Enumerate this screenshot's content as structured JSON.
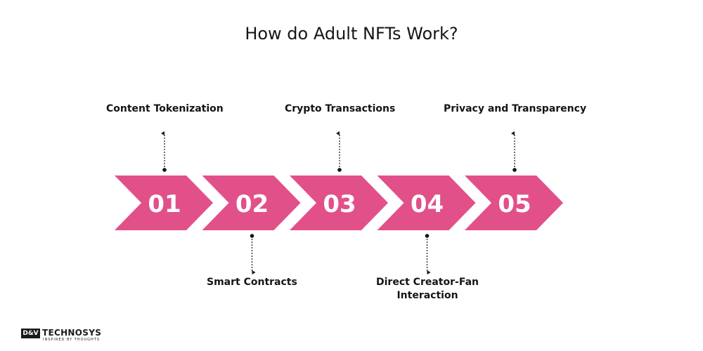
{
  "title": "How do Adult NFTs Work?",
  "colors": {
    "chevron": "#E2508A",
    "text": "#151515",
    "number": "#FFFFFF"
  },
  "steps": [
    {
      "number": "01",
      "label": "Content Tokenization",
      "label_position": "top"
    },
    {
      "number": "02",
      "label": "Smart Contracts",
      "label_position": "bottom"
    },
    {
      "number": "03",
      "label": "Crypto Transactions",
      "label_position": "top"
    },
    {
      "number": "04",
      "label": "Direct Creator-Fan\nInteraction",
      "label_position": "bottom"
    },
    {
      "number": "05",
      "label": "Privacy and Transparency",
      "label_position": "top"
    }
  ],
  "logo": {
    "mark": "D&V",
    "name": "TECHNOSYS",
    "tagline": "INSPIRED BY THOUGHTS"
  }
}
